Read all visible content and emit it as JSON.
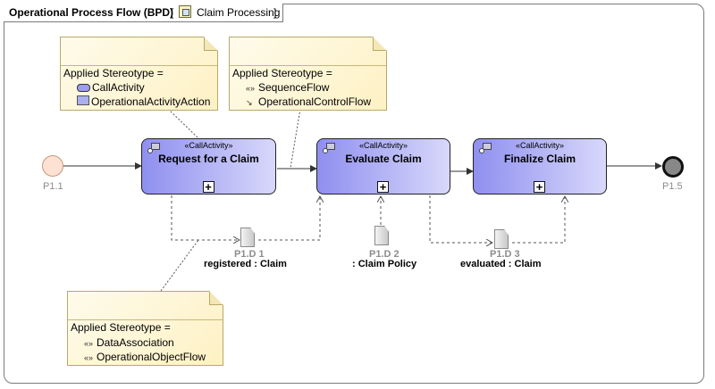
{
  "diagram": {
    "title": "Operational Process Flow (BPD)",
    "bracket_open": "[",
    "bracket_close": "]",
    "context_name": "Claim Processing"
  },
  "notes": [
    {
      "heading": "Applied Stereotype =",
      "items": [
        {
          "icon": "call-activity-icon",
          "label": "CallActivity"
        },
        {
          "icon": "operational-activity-action-icon",
          "label": "OperationalActivityAction"
        }
      ]
    },
    {
      "heading": "Applied Stereotype =",
      "items": [
        {
          "icon": "sequence-flow-icon",
          "label": "SequenceFlow"
        },
        {
          "icon": "operational-control-flow-icon",
          "label": "OperationalControlFlow"
        }
      ]
    },
    {
      "heading": "Applied Stereotype =",
      "items": [
        {
          "icon": "data-association-icon",
          "label": "DataAssociation"
        },
        {
          "icon": "operational-object-flow-icon",
          "label": "OperationalObjectFlow"
        }
      ]
    }
  ],
  "activities": [
    {
      "stereotype": "«CallActivity»",
      "name": "Request for a Claim"
    },
    {
      "stereotype": "«CallActivity»",
      "name": "Evaluate Claim"
    },
    {
      "stereotype": "«CallActivity»",
      "name": "Finalize Claim"
    }
  ],
  "events": {
    "start_label": "P1.1",
    "end_label": "P1.5"
  },
  "data_objects": [
    {
      "id": "P1.D 1",
      "name": "registered : Claim"
    },
    {
      "id": "P1.D 2",
      "name": ": Claim Policy"
    },
    {
      "id": "P1.D 3",
      "name": "evaluated : Claim"
    }
  ],
  "glyphs": {
    "subprocess_marker": "+",
    "sequence_flow": "«»",
    "data_association": "«»"
  }
}
